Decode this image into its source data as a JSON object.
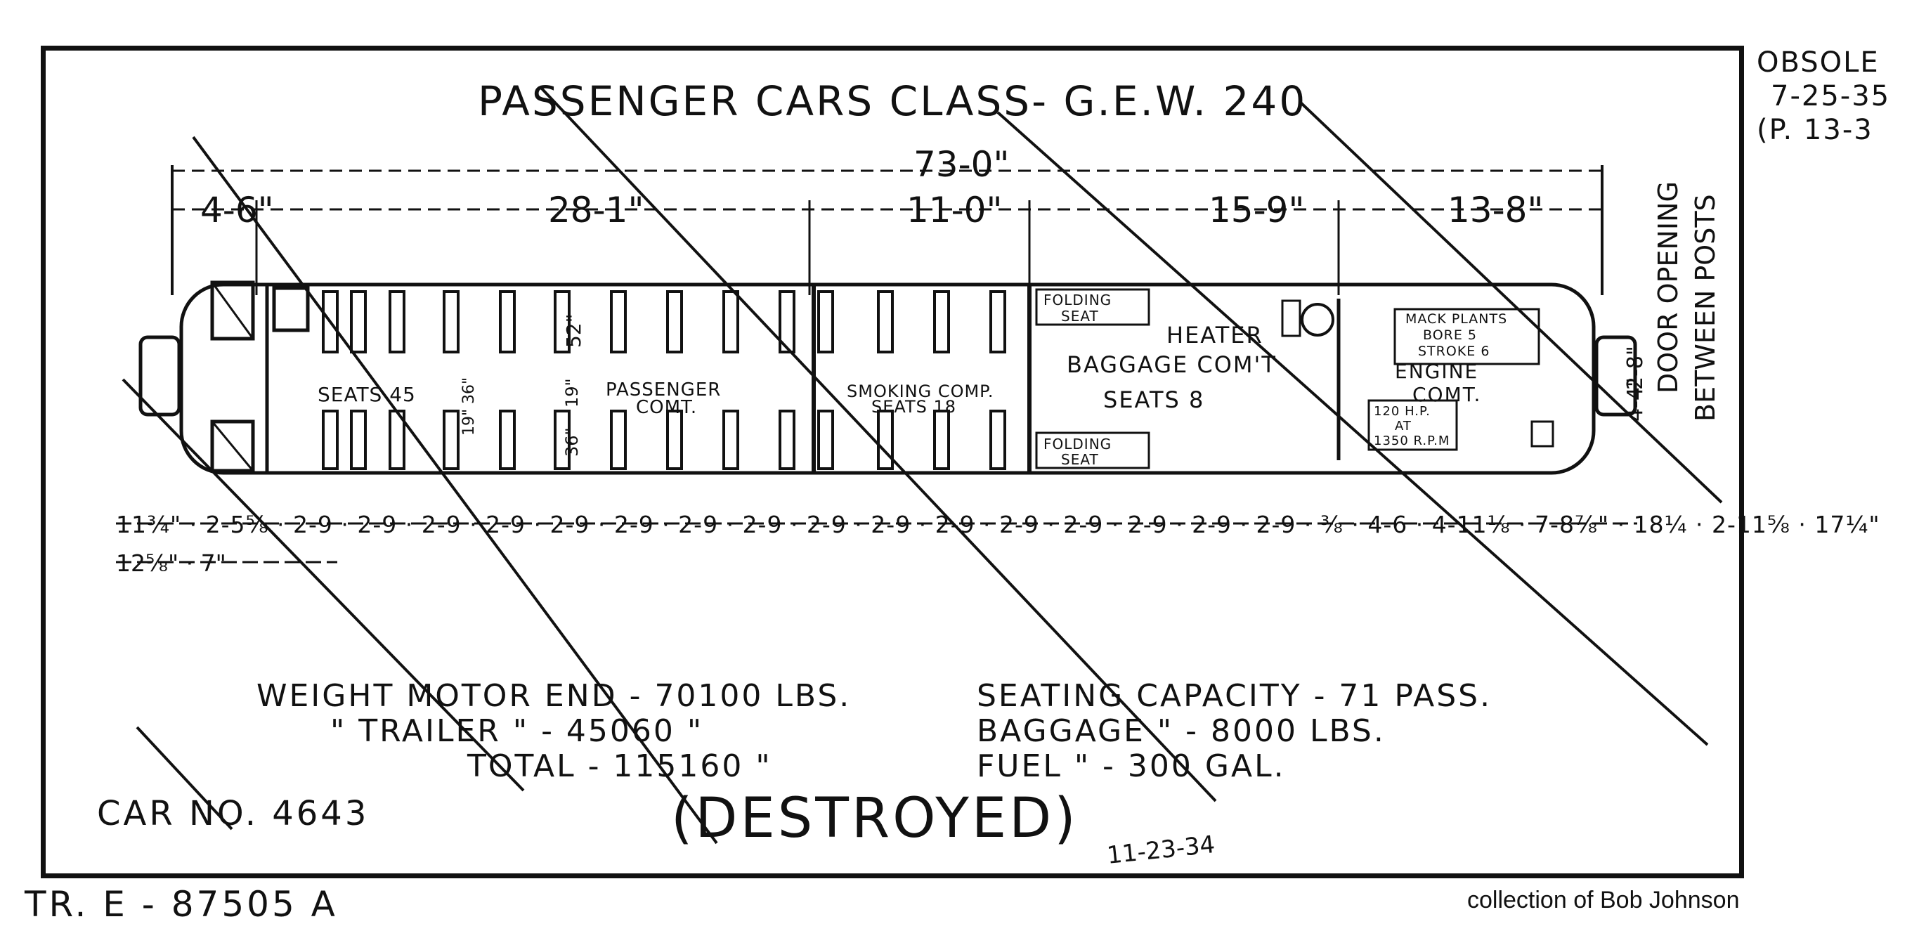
{
  "title": "PASSENGER CARS CLASS- G.E.W. 240",
  "overall_length": "73-0\"",
  "top_dimensions": [
    "4-6\"",
    "28-1\"",
    "11-0\"",
    "15-9\"",
    "13-8\""
  ],
  "side_labels": {
    "door_opening": "DOOR OPENING",
    "between_posts": "BETWEEN POSTS",
    "door_dim": "2-8\"",
    "posts_dim": "4-4\""
  },
  "plan_labels": {
    "seats_45": "SEATS 45",
    "passenger_comp": "PASSENGER",
    "passenger_comp_2": "COMT.",
    "smoking_comp": "SMOKING COMP.",
    "smoking_seats": "SEATS 18",
    "folding_seat_top": "FOLDING",
    "folding_seat_top_2": "SEAT",
    "folding_seat_bottom": "FOLDING",
    "folding_seat_bottom_2": "SEAT",
    "heater": "HEATER",
    "baggage_comp": "BAGGAGE COM'T",
    "seats_8": "SEATS 8",
    "engine_spec_1": "MACK PLANTS",
    "engine_spec_2": "BORE 5",
    "engine_spec_3": "STROKE 6",
    "engine_comp": "ENGINE",
    "engine_comp_2": "COMT.",
    "hp_1": "120 H.P.",
    "hp_2": "AT",
    "hp_3": "1350 R.P.M",
    "aisle_52": "52\"",
    "aisle_19": "19\"",
    "aisle_36": "36\"",
    "seat_dim_a": "36\"",
    "seat_dim_b": "19\""
  },
  "bottom_dimensions": "11¾\" · 2-5⅝ · 2-9 · 2-9 · 2-9 · 2-9 · 2-9 · 2-9 · 2-9 · 2-9 · 2-9 · 2-9 · 2-9 · 2-9 · 2-9 · 2-9 · 2-9 · 2-9 · ⅜ · 4-6 · 4-11⅛ · 7-8⅞\" · 18¼ · 2-11⅝ · 17¼\"",
  "bottom_dimensions_2": "12⅝\" · 7\"",
  "info": {
    "weight_motor": "WEIGHT MOTOR END - 70100 LBS.",
    "trailer": "\"   TRAILER  \"  - 45060   \"",
    "total": "TOTAL  - 115160  \"",
    "seating": "SEATING CAPACITY - 71  PASS.",
    "baggage": "BAGGAGE      \"     - 8000 LBS.",
    "fuel": "FUEL        \"     - 300 GAL."
  },
  "car_no": "CAR NO. 4643",
  "destroyed": "(DESTROYED)",
  "destroyed_date": "11-23-34",
  "drawing_no": "TR. E - 87505 A",
  "credit": "collection of Bob Johnson",
  "obsolete": [
    "OBSOLE",
    "7-25-35",
    "(P.   13-3"
  ]
}
